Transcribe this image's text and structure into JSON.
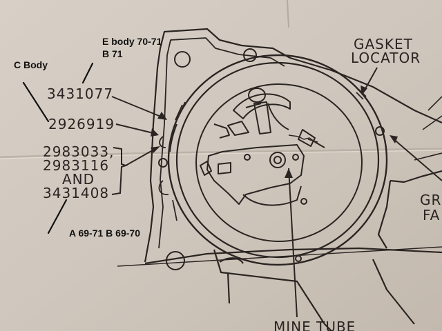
{
  "colors": {
    "paper": "#d4ccc2",
    "paper_shade": "#b8aea3",
    "ink": "#2a2522",
    "handwriting": "#111111"
  },
  "annotations": {
    "c_body": "C Body",
    "e_body_line1": "E body 70-71",
    "e_body_line2": "B 71",
    "a_b_years": "A  69-71  B  69-70"
  },
  "part_numbers": {
    "part_1": "3431077",
    "part_2": "2926919",
    "part_3": "2983033,",
    "part_4": "2983116",
    "part_and": "AND",
    "part_5": "3431408"
  },
  "callouts": {
    "gasket_line1": "GASKET",
    "gasket_line2": "LOCATOR",
    "right_partial_1": "GR",
    "right_partial_2": "FA",
    "bottom_partial": "MINE TUBE"
  }
}
